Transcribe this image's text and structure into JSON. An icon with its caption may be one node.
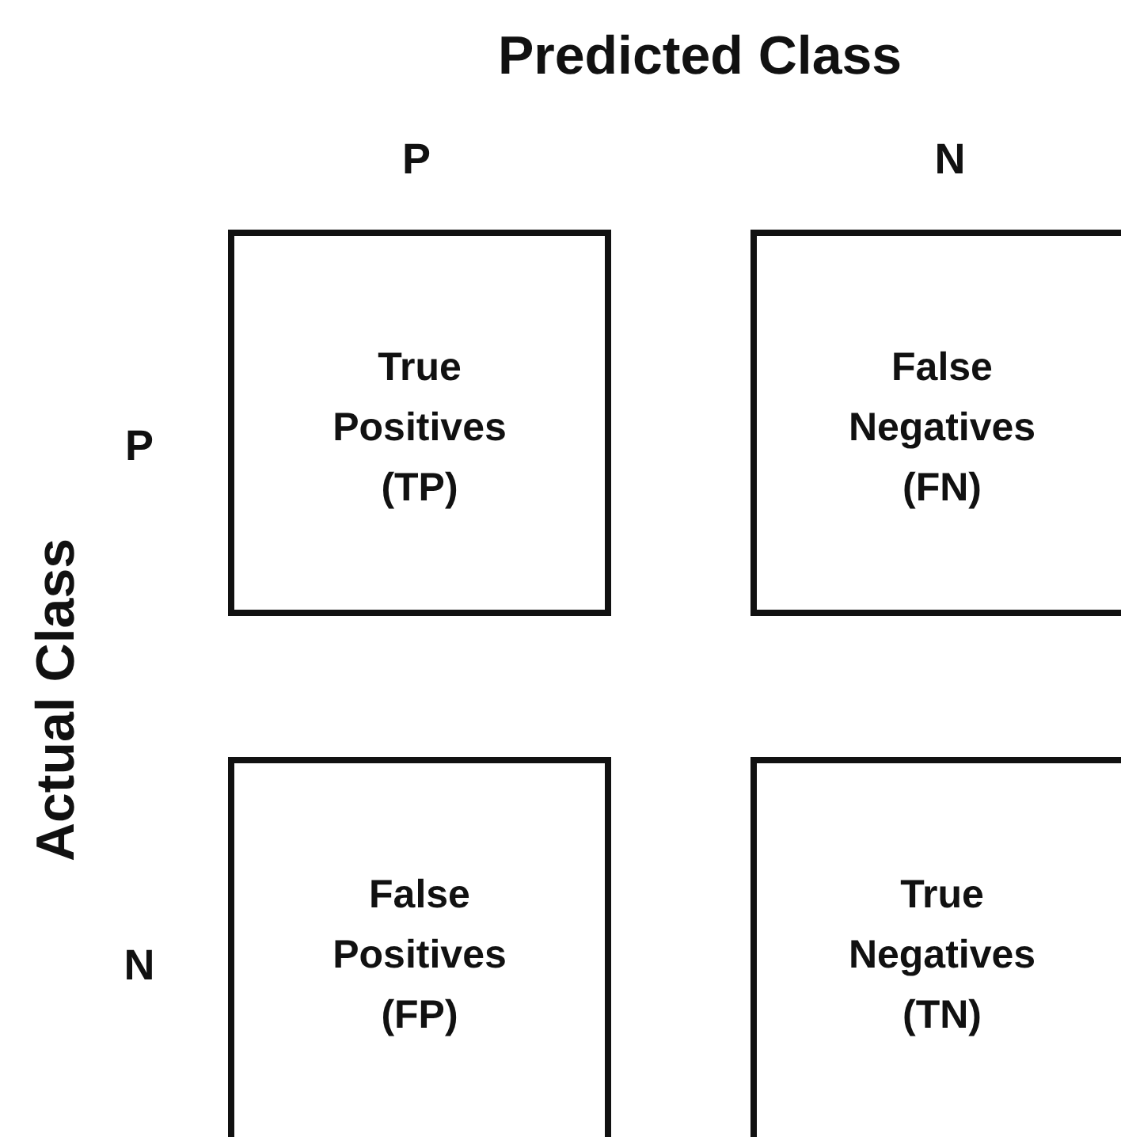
{
  "diagram": {
    "nodes": [
      {
        "text": [
          "True Positives (TP)"
        ]
      },
      {
        "text": [
          "False Negatives (FN)"
        ]
      },
      {
        "text": [
          "False Positives (FP)"
        ]
      },
      {
        "text": [
          "True Negatives (TN)"
        ]
      }
    ],
    "labels": [
      "Predicted Class",
      "P",
      "N",
      "Actual Class",
      "P",
      "N"
    ]
  }
}
